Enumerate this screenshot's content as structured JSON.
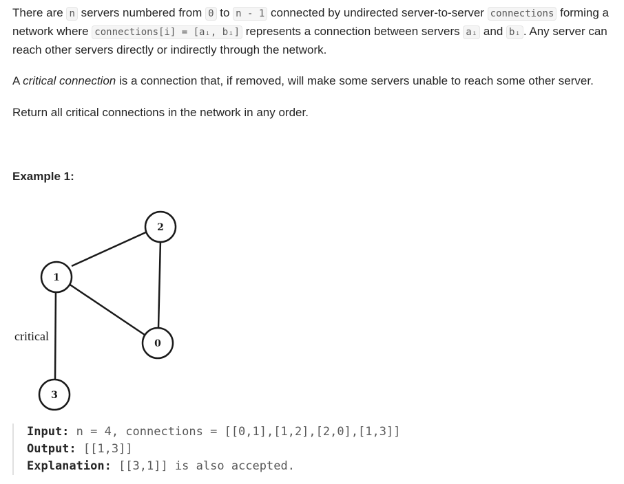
{
  "intro": {
    "t1": "There are ",
    "c_n": "n",
    "t2": " servers numbered from ",
    "c_zero": "0",
    "t3": " to ",
    "c_nm1": "n - 1",
    "t4": " connected by undirected server-to-server ",
    "c_connections": "connections",
    "t5": " forming a network where ",
    "c_conn_i": "connections[i] = [aᵢ, bᵢ]",
    "t6": " represents a connection between servers ",
    "c_a": "aᵢ",
    "t7": " and ",
    "c_b": "bᵢ",
    "t8": ". Any server can reach other servers directly or indirectly through the network."
  },
  "critical_def": {
    "t1": "A ",
    "em": "critical connection",
    "t2": " is a connection that, if removed, will make some servers unable to reach some other server."
  },
  "return_text": "Return all critical connections in the network in any order.",
  "example_title": "Example 1:",
  "graph": {
    "nodes": [
      "2",
      "1",
      "0",
      "3"
    ],
    "edge_label": "critical"
  },
  "example": {
    "input_label": "Input:",
    "input_value": " n = 4, connections = [[0,1],[1,2],[2,0],[1,3]]",
    "output_label": "Output:",
    "output_value": " [[1,3]]",
    "explanation_label": "Explanation:",
    "explanation_value": " [[3,1]] is also accepted."
  }
}
